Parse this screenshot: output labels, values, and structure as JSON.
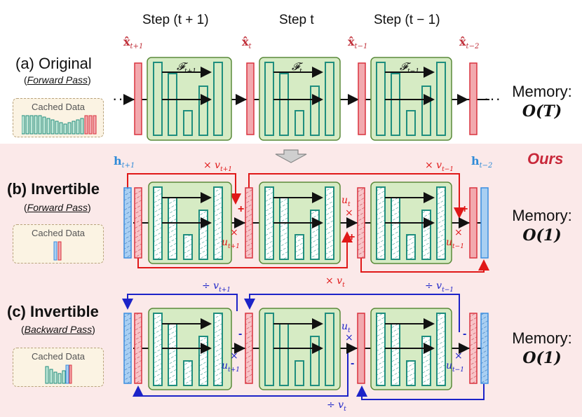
{
  "steps": [
    "Step (t + 1)",
    "Step t",
    "Step (t − 1)"
  ],
  "row_a": {
    "title": "(a) Original",
    "subtitle": "Forward Pass",
    "cache_label": "Cached Data",
    "memory_label": "Memory:",
    "memory_value": "O(T)"
  },
  "row_b": {
    "title": "(b) Invertible",
    "subtitle": "Forward Pass",
    "cache_label": "Cached Data",
    "memory_label": "Memory:",
    "memory_value": "O(1)"
  },
  "row_c": {
    "title": "(c) Invertible",
    "subtitle": "Backward Pass",
    "cache_label": "Cached Data",
    "memory_label": "Memory:",
    "memory_value": "O(1)"
  },
  "ours_label": "Ours",
  "x_labels": {
    "x1": "x̂",
    "s1": "t+1",
    "x2": "x̂",
    "s2": "t",
    "x3": "x̂",
    "s3": "t−1",
    "x4": "x̂",
    "s4": "t−2"
  },
  "f_labels": {
    "f1": "𝓕",
    "fs1": "t+1",
    "f2": "𝓕",
    "fs2": "t",
    "f3": "𝓕",
    "fs3": "t−1"
  },
  "h_labels": {
    "h1": "h",
    "hs1": "t+1",
    "h2": "h",
    "hs2": "t−2"
  },
  "ellipsis": "···",
  "forward_annotations": {
    "v_tp1": "× v",
    "v_tp1_sub": "t+1",
    "v_tm1": "× v",
    "v_tm1_sub": "t−1",
    "v_t": "× v",
    "v_t_sub": "t",
    "u_t": "u",
    "u_t_sub": "t",
    "u_tp1": "u",
    "u_tp1_sub": "t+1",
    "u_tm1": "u",
    "u_tm1_sub": "t−1",
    "plus": "+",
    "times": "×"
  },
  "backward_annotations": {
    "v_tp1": "÷ v",
    "v_tp1_sub": "t+1",
    "v_tm1": "÷ v",
    "v_tm1_sub": "t−1",
    "v_t": "÷ v",
    "v_t_sub": "t",
    "u_t": "u",
    "u_t_sub": "t",
    "u_tp1": "u",
    "u_tp1_sub": "t+1",
    "u_tm1": "u",
    "u_tm1_sub": "t−1",
    "minus": "-",
    "times": "×"
  },
  "colors": {
    "red_bar": "#f2a9ae",
    "red_edge": "#d9333f",
    "blue_bar": "#a9cff2",
    "blue_edge": "#3b8ee0",
    "green_bg": "#d6ebc4",
    "green_edge": "#5a8a3a",
    "teal": "#1f8e7e",
    "fwd_line": "#e01818",
    "bwd_line": "#1c23c8",
    "pink_band": "#fbe9e9"
  }
}
